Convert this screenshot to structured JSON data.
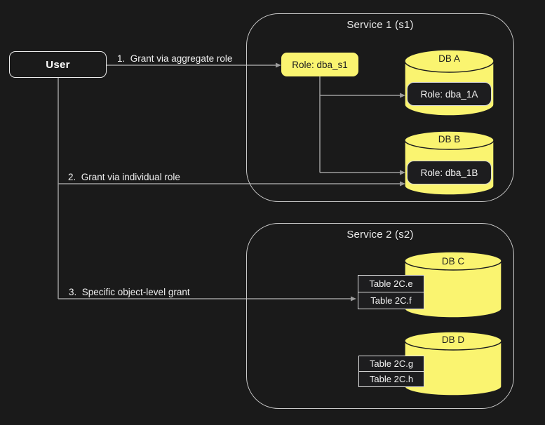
{
  "colors": {
    "background": "#1a1a1a",
    "accent_yellow": "#faf470",
    "connector_gray": "#9c9c9c",
    "border_light": "#d6d6d6",
    "container_border": "#c9c9c9",
    "node_dark": "#1d1d1f",
    "text_light": "#f2f2f2",
    "text_dark": "#1c1c1e"
  },
  "user": {
    "label": "User"
  },
  "grants": {
    "g1": "1.  Grant via aggregate role",
    "g2": "2.  Grant via individual role",
    "g3": "3.  Specific object-level grant"
  },
  "service1": {
    "title": "Service 1 (s1)",
    "aggregate_role": "Role: dba_s1",
    "db_a": {
      "name": "DB A",
      "role": "Role: dba_1A"
    },
    "db_b": {
      "name": "DB B",
      "role": "Role: dba_1B"
    }
  },
  "service2": {
    "title": "Service 2 (s2)",
    "db_c": {
      "name": "DB C",
      "tables": [
        "Table 2C.e",
        "Table 2C.f"
      ]
    },
    "db_d": {
      "name": "DB D",
      "tables": [
        "Table 2C.g",
        "Table 2C.h"
      ]
    }
  }
}
